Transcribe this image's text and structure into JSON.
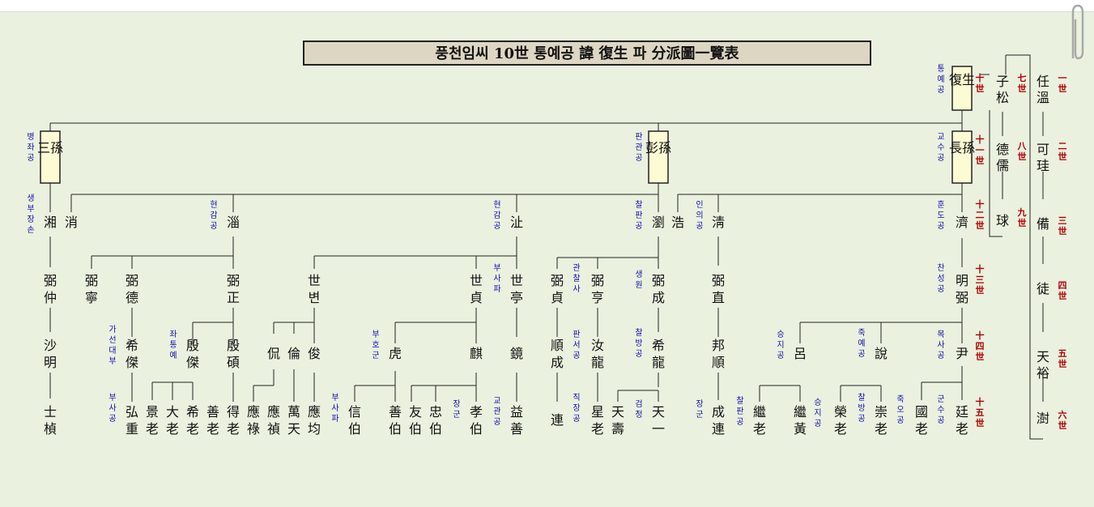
{
  "title": "풍천임씨 10世 통예공 諱 復生 파 分派圖一覽表",
  "gen_lineage": [
    {
      "name": "任溫",
      "gen": "一世"
    },
    {
      "name": "可珪",
      "gen": "二世"
    },
    {
      "name": "備",
      "gen": "三世"
    },
    {
      "name": "徒",
      "gen": "四世"
    },
    {
      "name": "天裕",
      "gen": "五世"
    },
    {
      "name": "澍",
      "gen": "六世"
    }
  ],
  "mid_lineage": [
    {
      "name": "子松",
      "gen": "七世"
    },
    {
      "name": "德儒",
      "gen": "八世"
    },
    {
      "name": "球",
      "gen": "九世"
    }
  ],
  "gen_labels": {
    "g10": "十世",
    "g11": "十一世",
    "g12": "十二世",
    "g13": "十三世",
    "g14": "十四世",
    "g15": "十五世"
  },
  "boxes": {
    "fusheng": "復生",
    "changsun": "長孫",
    "pengsun": "彭孫",
    "sansun": "三孫"
  },
  "names": {
    "ji": "濟",
    "ming": "明弼",
    "yin": "尹",
    "tinglao": "廷老",
    "guolao": "國老",
    "yue": "說",
    "chonglao": "崇老",
    "ronglao": "榮老",
    "lu": "呂",
    "jihuang": "繼黃",
    "jilao": "繼老",
    "qing": "淸",
    "bi_zhi": "弼直",
    "bangshun": "邦順",
    "chenglian": "成連",
    "hao": "浩",
    "liu": "瀏",
    "bi_cheng": "弼成",
    "xilong": "希龍",
    "tianyi": "天一",
    "tianshou": "天壽",
    "bi_heng": "弼亨",
    "rulong": "汝龍",
    "xinglao": "星老",
    "bi_zhen": "弼貞",
    "shuncheng": "順成",
    "lian": "連",
    "zhi": "沚",
    "shiting": "世亭",
    "jing": "鏡",
    "yishan": "益善",
    "shizhen": "世貞",
    "qi": "麒",
    "xiaobo": "孝伯",
    "zhongbo": "忠伯",
    "youbo": "友伯",
    "hu": "虎",
    "shanbo": "善伯",
    "xinbo": "信伯",
    "shibian": "世변",
    "jun": "俊",
    "yingjun": "應均",
    "wantian": "萬天",
    "lun": "倫",
    "yingzhen": "應禎",
    "kan": "侃",
    "yinglu": "應祿",
    "zi": "淄",
    "bi_zheng": "弼正",
    "yinshuo": "殷碩",
    "delao": "得老",
    "yinjie": "殷傑",
    "bi_de": "弼德",
    "xijie": "希傑",
    "shanlao": "善老",
    "xilao": "希老",
    "dalao": "大老",
    "jinglao": "景老",
    "hongzhong": "弘重",
    "bi_ning": "弼寧",
    "xiao": "消",
    "xiang": "湘",
    "bi_zhong": "弼仲",
    "shaming": "沙明",
    "shizhi": "士楨"
  },
  "notes": {
    "tongye": "통예공",
    "gyosu": "교수공",
    "hundo": "훈도공",
    "chanseong": "찬성공",
    "moksa": "목사공",
    "gunsu": "군수공",
    "jugye1": "죽예공",
    "chalbang1": "찰방공",
    "jugye2": "죽오공",
    "seungji1": "승지공",
    "seungji2": "승지공",
    "chalpan1": "찰판공",
    "ineui": "인의공",
    "janggun1": "장군",
    "panpan": "판관공",
    "chalpan2": "찰판공",
    "saengwon": "생원",
    "chalbang2": "찰방공",
    "geomjeong": "검정",
    "gwanchalsa": "관찰사",
    "panseo": "판서공",
    "jikjang": "직장공",
    "hyeongam1": "현감공",
    "busa1": "부사파",
    "gyogwan": "교관공",
    "janggun2": "장군",
    "buho": "부호군",
    "busa2": "부사파",
    "hyeongam2": "현감공",
    "jwatongye": "좌통예",
    "gaseon": "가선대부",
    "busa3": "부사공",
    "byeongjwa": "병좌공",
    "saengbu": "생부장손"
  }
}
